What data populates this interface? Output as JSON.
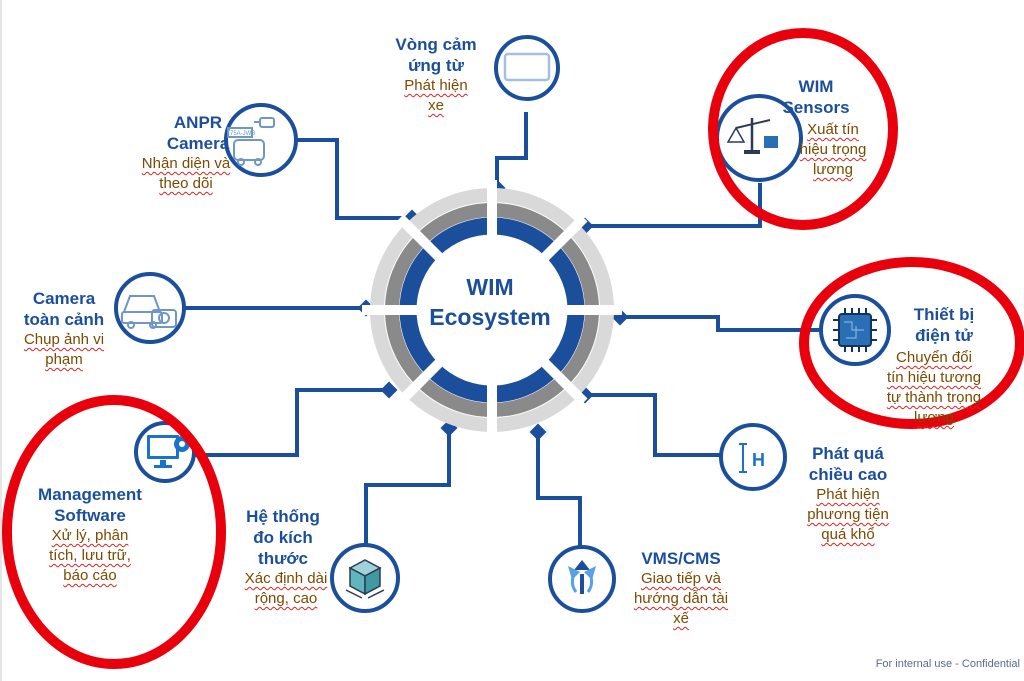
{
  "center": {
    "line1": "WIM",
    "line2": "Ecosystem"
  },
  "nodes": {
    "vong_cam": {
      "title": [
        "Vòng cảm",
        "ứng từ"
      ],
      "desc": [
        "Phát hiện",
        "xe"
      ],
      "icon": "loop-sensor-icon"
    },
    "anpr": {
      "title": [
        "ANPR",
        "Camera"
      ],
      "desc": [
        "Nhận diện và",
        "theo dõi"
      ],
      "icon": "anpr-camera-icon"
    },
    "camera_toan_canh": {
      "title": [
        "Camera",
        "toàn cảnh"
      ],
      "desc": [
        "Chụp ảnh vi",
        "phạm"
      ],
      "icon": "car-camera-icon"
    },
    "management": {
      "title": [
        "Management",
        "Software"
      ],
      "desc": [
        "Xử lý, phân",
        "tích, lưu trữ,",
        "báo cáo"
      ],
      "icon": "monitor-gear-icon"
    },
    "he_thong": {
      "title": [
        "Hệ thống",
        "đo kích",
        "thước"
      ],
      "desc": [
        "Xác định dài",
        "rộng, cao"
      ],
      "icon": "cube-dimension-icon"
    },
    "vms": {
      "title": [
        "VMS/CMS"
      ],
      "desc": [
        "Giao tiếp và",
        "hướng dẫn tài",
        "xế"
      ],
      "icon": "direction-arrows-icon"
    },
    "phat_qua": {
      "title": [
        "Phát quá",
        "chiều cao"
      ],
      "desc": [
        "Phát hiện",
        "phương tiện",
        "quá khổ"
      ],
      "icon": "height-h-icon"
    },
    "thiet_bi": {
      "title": [
        "Thiết bị",
        "điện tử"
      ],
      "desc": [
        "Chuyển đổi",
        "tín hiệu tương",
        "tự thành trọng",
        "lương"
      ],
      "icon": "chip-icon"
    },
    "wim_sensors": {
      "title": [
        "WIM",
        "Sensors"
      ],
      "desc": [
        "Xuất tín",
        "hiệu trọng",
        "lương"
      ],
      "icon": "scale-balance-icon"
    }
  },
  "footer": "For internal use - Confidential",
  "colors": {
    "primary": "#1b4f9c",
    "ring_gray": "#8a8a8a",
    "ring_light": "#d9d9d9",
    "highlight": "#e8000d",
    "desc_text": "#7a4a00"
  }
}
